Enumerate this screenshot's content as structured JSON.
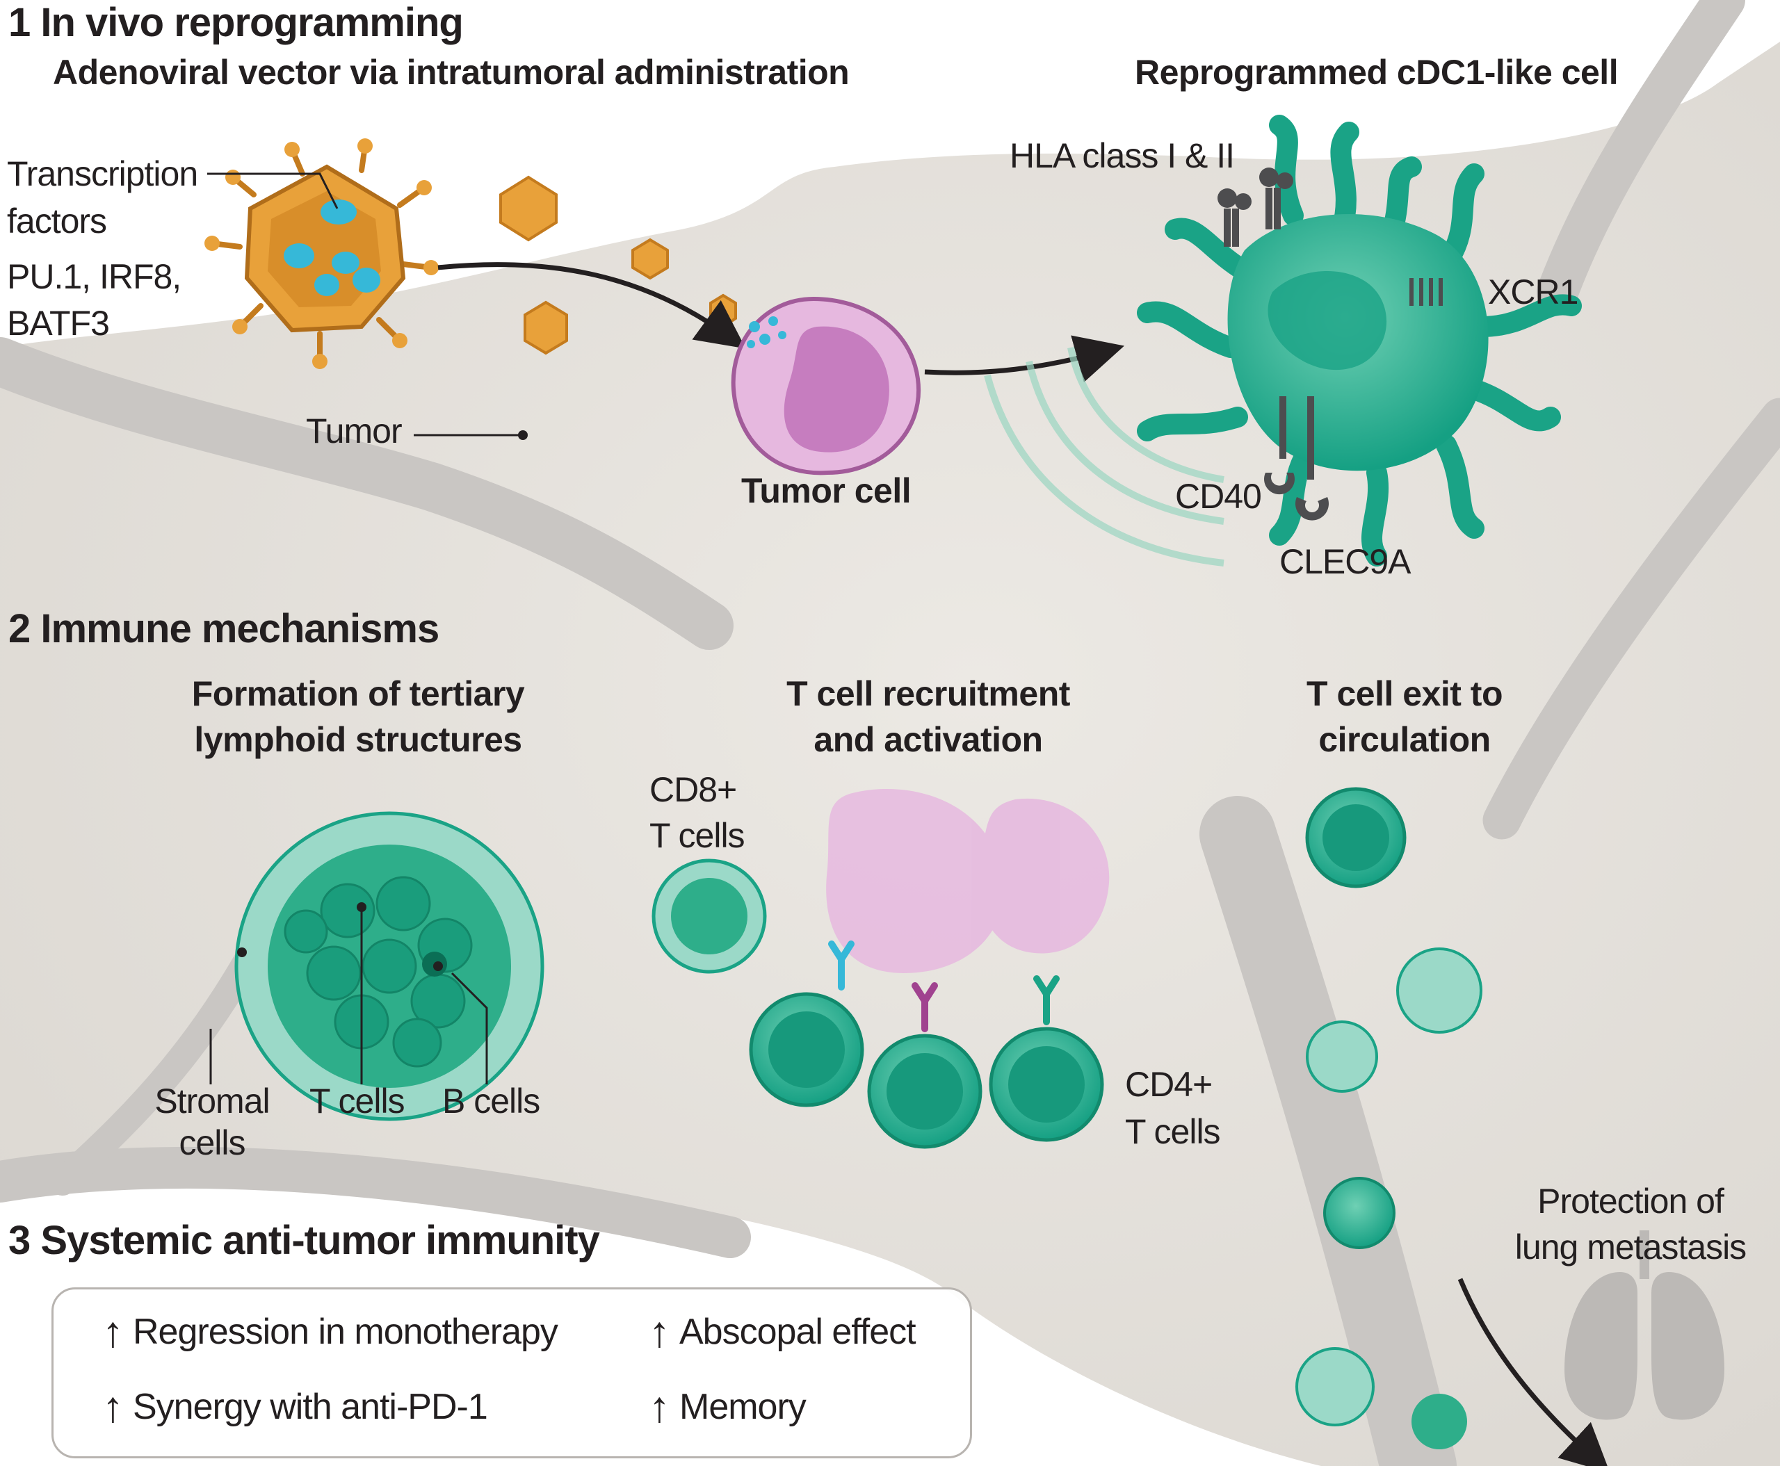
{
  "section1": {
    "title": "1  In vivo reprogramming",
    "subtitle": "Adenoviral vector via intratumoral administration",
    "cell_title": "Reprogrammed cDC1-like cell",
    "labels": {
      "transcription": "Transcription",
      "factors": "factors",
      "pu1": "PU.1, IRF8,",
      "batf3": "BATF3",
      "tumor": "Tumor",
      "tumor_cell": "Tumor cell",
      "hla": "HLA class I & II",
      "xcr1": "XCR1",
      "cd40": "CD40",
      "clec9a": "CLEC9A"
    }
  },
  "section2": {
    "title": "2  Immune mechanisms",
    "panel_a": [
      "Formation of tertiary",
      "lymphoid structures"
    ],
    "panel_b": [
      "T cell recruitment",
      "and activation"
    ],
    "panel_c": [
      "T cell exit to",
      "circulation"
    ],
    "labels": {
      "stromal": [
        "Stromal",
        "cells"
      ],
      "tcells": "T cells",
      "bcells": "B cells",
      "cd8": [
        "CD8+",
        "T cells"
      ],
      "cd4": [
        "CD4+",
        "T cells"
      ],
      "protection": [
        "Protection of",
        "lung metastasis"
      ]
    }
  },
  "section3": {
    "title": "3  Systemic anti-tumor immunity",
    "arrow": "↑",
    "effects": [
      "Regression in monotherapy",
      "Abscopal effect",
      "Synergy with anti-PD-1",
      "Memory"
    ]
  },
  "colors": {
    "tissue": "#e4e1dc",
    "vessel": "#c9c6c3",
    "teal": "#1aa386",
    "teal_light": "#7fd3bd",
    "orange": "#e8a13a",
    "pink": "#e0b0d8",
    "receptor_gray": "#4d4d4f"
  }
}
